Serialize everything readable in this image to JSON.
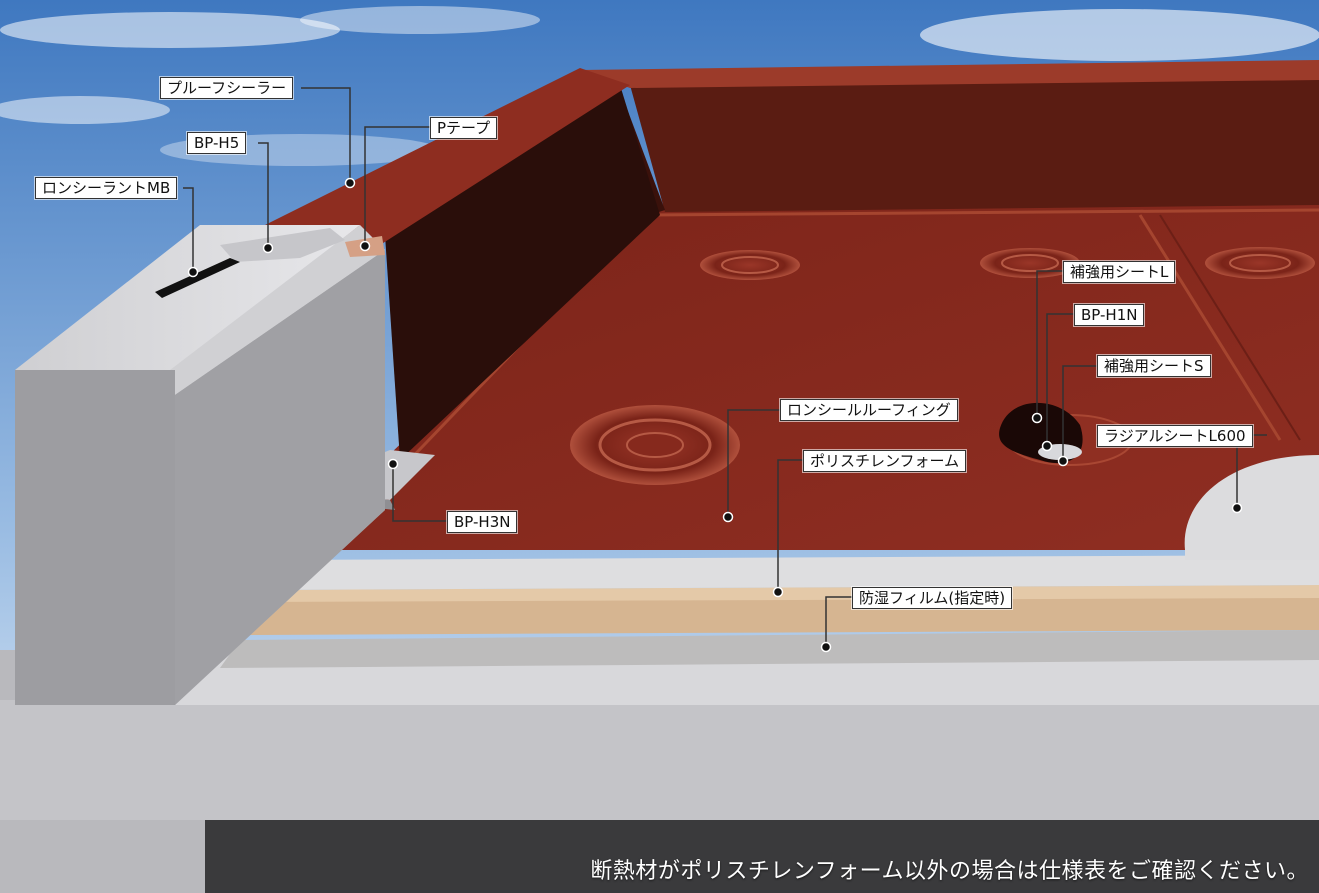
{
  "labels": {
    "proof_sealer": "プルーフシーラー",
    "bp_h5": "BP-H5",
    "p_tape": "Pテープ",
    "ronsealant_mb": "ロンシーラントMB",
    "reinforce_sheet_l": "補強用シートL",
    "bp_h1n": "BP-H1N",
    "reinforce_sheet_s": "補強用シートS",
    "ronseal_roofing": "ロンシールルーフィング",
    "radial_sheet": "ラジアルシートL600",
    "polystyrene_foam": "ポリスチレンフォーム",
    "bp_h3n": "BP-H3N",
    "moisture_film": "防湿フィルム(指定時)"
  },
  "caption": "断熱材がポリスチレンフォーム以外の場合は仕様表をご確認ください。",
  "colors": {
    "sky_top": "#3d78c0",
    "sky_bottom": "#dbe8f6",
    "membrane": "#8a2a1f",
    "parapet_dark": "#2a0e0a",
    "concrete": "#a7a7aa",
    "foam": "#d9bb98",
    "metal": "#c8c8cc"
  }
}
